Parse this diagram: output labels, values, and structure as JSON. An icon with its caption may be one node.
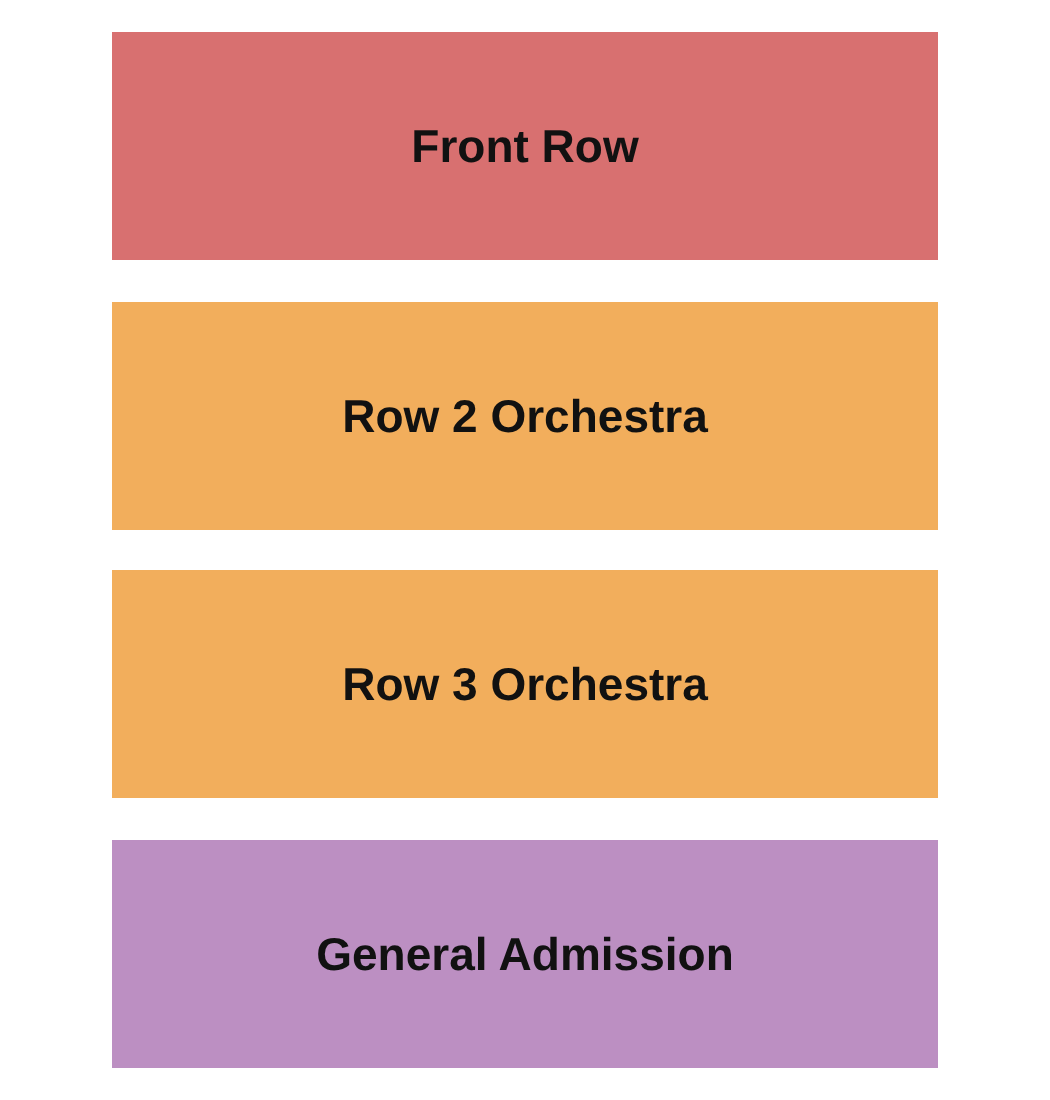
{
  "diagram": {
    "nodes": [
      {
        "text": [
          "Front Row"
        ]
      },
      {
        "text": [
          "Row 2 Orchestra"
        ]
      },
      {
        "text": [
          "Row 3 Orchestra"
        ]
      },
      {
        "text": [
          "General Admission"
        ]
      }
    ]
  }
}
